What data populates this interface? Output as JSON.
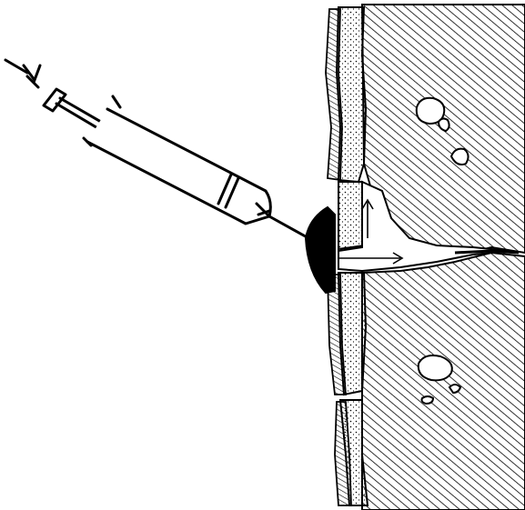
{
  "figure": {
    "background": "#ffffff",
    "ink": "#000000",
    "fill_light": "#ffffff",
    "parts": [
      {
        "id": "syringe-body",
        "icon": "syringe-barrel-icon"
      },
      {
        "id": "syringe-plunger",
        "icon": "plunger-icon"
      },
      {
        "id": "syringe-needle",
        "icon": "needle-icon"
      },
      {
        "id": "push-arrow",
        "icon": "push-arrow-icon"
      },
      {
        "id": "wall-hatched",
        "icon": "hatched-masonry-icon"
      },
      {
        "id": "render-layer",
        "icon": "render-layer-icon"
      },
      {
        "id": "crack",
        "icon": "crack-icon"
      },
      {
        "id": "injected-sealant",
        "icon": "sealant-blob-icon"
      },
      {
        "id": "flow-arrows",
        "icon": "flow-arrow-icon"
      },
      {
        "id": "stones",
        "icon": "stone-icon"
      }
    ]
  }
}
